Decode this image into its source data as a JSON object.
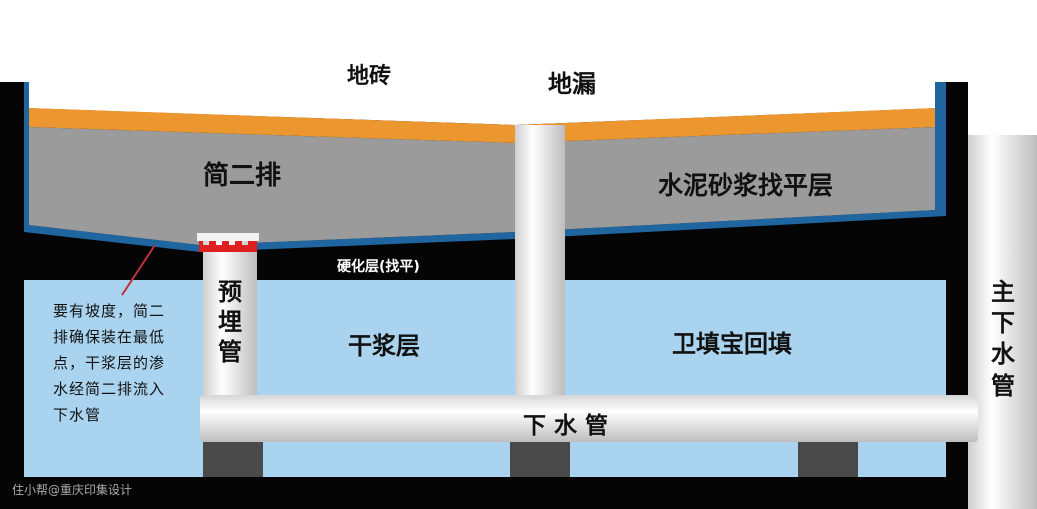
{
  "labels": {
    "tile": "地砖",
    "floor_drain": "地漏",
    "simple_drain": "简二排",
    "cement_mortar": "水泥砂浆找平层",
    "hardened_layer": "硬化层(找平)",
    "preburied_pipe": "预埋管",
    "dry_mortar": "干浆层",
    "backfill": "卫填宝回填",
    "drain_pipe": "下 水 管",
    "main_pipe": "主下水管",
    "note": "要有坡度，简二排确保装在最低点，干浆层的渗水经简二排流入下水管",
    "watermark": "住小帮@重庆印集设计"
  },
  "colors": {
    "tile": "#ec9630",
    "mortar": "#9b9b9b",
    "waterproof": "#1f66a0",
    "fill": "#a9d3ee",
    "cap": "#e02020"
  }
}
